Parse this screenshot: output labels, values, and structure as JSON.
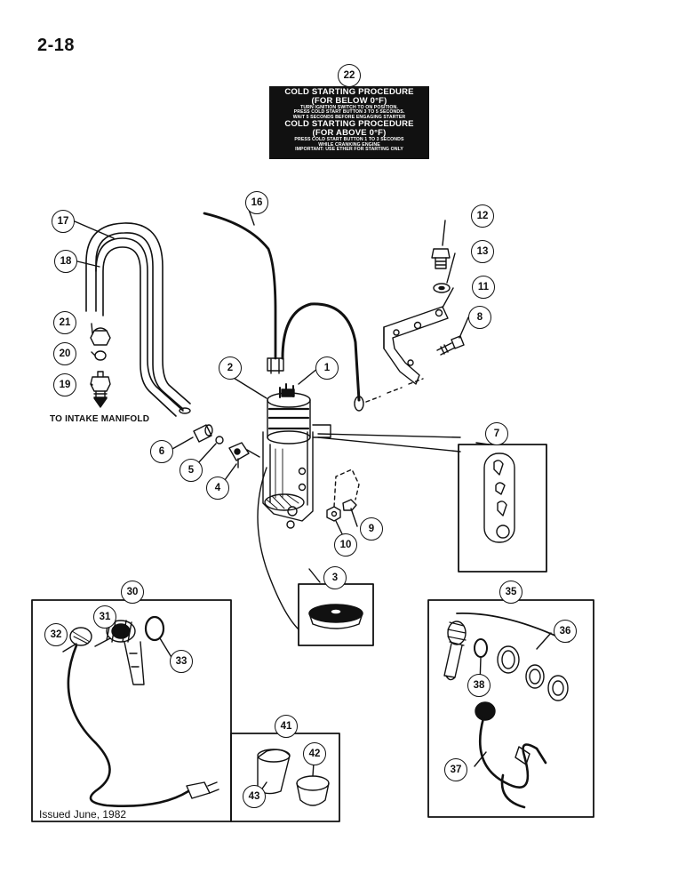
{
  "page_number": "2-18",
  "decal": {
    "heading_1": "COLD STARTING PROCEDURE",
    "heading_1b": "(FOR BELOW 0°F)",
    "text_1a": "TURN IGNITION SWITCH TO ON POSITION.",
    "text_1b": "PRESS COLD START BUTTON 3 TO 5 SECONDS.",
    "text_1c": "WAIT 5 SECONDS BEFORE ENGAGING STARTER",
    "heading_2": "COLD STARTING PROCEDURE",
    "heading_2b": "(FOR ABOVE 0°F)",
    "text_2a": "PRESS COLD START BUTTON 1 TO 3 SECONDS",
    "text_2b": "WHILE CRANKING ENGINE",
    "text_3": "IMPORTANT: USE ETHER FOR STARTING ONLY"
  },
  "intake_label": "TO INTAKE MANIFOLD",
  "issued": "Issued June, 1982",
  "callouts": {
    "c1": "1",
    "c2": "2",
    "c3": "3",
    "c4": "4",
    "c5": "5",
    "c6": "6",
    "c7": "7",
    "c8": "8",
    "c9": "9",
    "c10": "10",
    "c11": "11",
    "c12": "12",
    "c13": "13",
    "c16": "16",
    "c17": "17",
    "c18": "18",
    "c19": "19",
    "c20": "20",
    "c21": "21",
    "c22": "22",
    "c30": "30",
    "c31": "31",
    "c32": "32",
    "c33": "33",
    "c35": "35",
    "c36": "36",
    "c37": "37",
    "c38": "38",
    "c41": "41",
    "c42": "42",
    "c43": "43"
  }
}
